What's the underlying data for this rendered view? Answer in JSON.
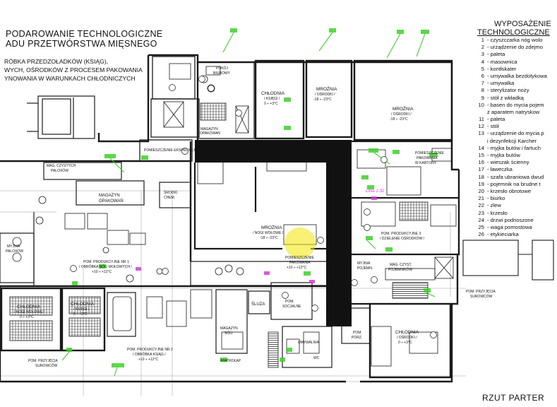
{
  "title": {
    "line1": "PODAROWANIE TECHNOLOGICZNE",
    "line2": "ADU PRZETWÓRSTWA MIĘSNEGO"
  },
  "subtitle": [
    "RÓBKA PRZEDZOŁADKÓW (KSIĄG),",
    "WYCH, OŚRODKÓW Z PROCESEM PAKOWANIA",
    "YNOWANIA W WARUNKACH CHŁODNICZYCH"
  ],
  "legend": {
    "heading1": "WYPOSAŻENIE",
    "heading2": "TECHNOLOGICZNE",
    "items": [
      {
        "n": "1",
        "t": "- czyszczarka nóg wolo"
      },
      {
        "n": "2",
        "t": "- urządzenie do zdejmo"
      },
      {
        "n": "3",
        "t": "- paleta"
      },
      {
        "n": "4",
        "t": "- masownica"
      },
      {
        "n": "5",
        "t": "- kontłskater"
      },
      {
        "n": "6",
        "t": "- umywalka bezdotykowa"
      },
      {
        "n": "7",
        "t": "- umywalka"
      },
      {
        "n": "8",
        "t": "- sterylizator noży"
      },
      {
        "n": "9",
        "t": "- stół z wkładką"
      },
      {
        "n": "10",
        "t": "- basen do mycia pojem"
      },
      {
        "n": "",
        "t": "z aparatem natryskow"
      },
      {
        "n": "11",
        "t": "- paleta"
      },
      {
        "n": "12",
        "t": "- stół"
      },
      {
        "n": "13",
        "t": "- urządzenie do mycia p"
      },
      {
        "n": "",
        "t": "i dezynfekcji Karcher"
      },
      {
        "n": "14",
        "t": "- myjka butów i fartuch"
      },
      {
        "n": "15",
        "t": "- myjka butów"
      },
      {
        "n": "16",
        "t": "- wieszak ścienny"
      },
      {
        "n": "17",
        "t": "- ławeczka"
      },
      {
        "n": "18",
        "t": "- szafa ubraniowa dwud"
      },
      {
        "n": "19",
        "t": "- pojemnik na brudne t"
      },
      {
        "n": "20",
        "t": "- krzesło obrotowe"
      },
      {
        "n": "21",
        "t": "- biurko"
      },
      {
        "n": "22",
        "t": "- zlew"
      },
      {
        "n": "23",
        "t": "- krzesło"
      },
      {
        "n": "24",
        "t": "- drzwi podnoszone"
      },
      {
        "n": "25",
        "t": "- waga pomostowa"
      },
      {
        "n": "26",
        "t": "- etykieciarka"
      }
    ]
  },
  "rooms": {
    "pokoj_biurowy": [
      "POKÓJ",
      "BIUROWY"
    ],
    "chlodnia_top": [
      "CHŁODNIA",
      "/ KSIĘGI /",
      "0 ÷ +3°C"
    ],
    "mroznia_small": [
      "MROŹNIA",
      "/ OŚRODKI /",
      "-18 ÷ -23°C"
    ],
    "mroznia_big": [
      "MROŹNIA",
      "/ OŚRODKI /",
      "-18 ÷ -23°C"
    ],
    "magazyn_opakowan_top": [
      "MAGAZYN",
      "OPAKOWAŃ"
    ],
    "pom_ekspedycji": "POMIESZCZENIE EKSPEDYCJI",
    "mag_czystych_paloxow": [
      "MAG. CZYSTYCH",
      "PALOXÓW"
    ],
    "magazyn_opakowan": [
      "MAGAZYN",
      "OPAKOWAŃ"
    ],
    "srodki_chemiczne": [
      "ŚRODKI",
      "CHEM."
    ],
    "pakowanie_kartony": [
      "POMIESZCZENIE",
      "PAKOWANIA",
      "W KARTONY"
    ],
    "mroznia_nogi": [
      "MROŹNIA",
      "/ NOGI WOŁOWE /",
      "-18 ÷ -23°C"
    ],
    "pom_prod_3": [
      "POM. PRODUKCYJNE 3",
      "/ DZIELENIE OŚRODKÓW /"
    ],
    "myjnia_paloxow": [
      "MYJNIA",
      "PALOXÓW"
    ],
    "pom_prod_1": [
      "POM. PRODUKCYJNE NR 1",
      "/ OBRÓBKA NÓG WOŁOWYCH /",
      "+10 ÷ +12°C"
    ],
    "pom_pakowania": [
      "POMIESZCZENIE",
      "PAKOWANIA",
      "+10 ÷ +12°C"
    ],
    "myjnia_pojemn": [
      "MYJNIA",
      "POJEMN."
    ],
    "mag_czyst_pojemnikow": [
      "MAG. CZYST.",
      "POJEMNIKÓW"
    ],
    "pom_przyjecia_right": [
      "POM. PRZYJĘCIA",
      "SUROWCÓW"
    ],
    "chlodnia_nogi": [
      "CHŁODNIA",
      "/ NOGI WOŁOWE /",
      "0 ÷ +3°C"
    ],
    "chlodnia_ksiegi": [
      "CHŁODNIA",
      "/ KSIĘGI /",
      "0 ÷ +3°C"
    ],
    "sluza": "ŚLUZA",
    "pom_socjalne": [
      "POM.",
      "SOCJALNE"
    ],
    "pom_prod_2": [
      "POM. PRODUKCYJNE NR 2",
      "/ OBRÓBKA KSIĄG /",
      "+10 ÷ +12°C"
    ],
    "magazyn_soli": [
      "MAGAZYN",
      "SOLI"
    ],
    "umywalnia": "UMYWALNIA",
    "pom_porz": [
      "POM.",
      "PORZ."
    ],
    "wc": "WC",
    "chlodnia_osrodki": [
      "CHŁODNIA",
      "/ OŚRODKI /",
      "0 ÷ +3°C"
    ],
    "pom_przyjecia_left": [
      "POM. PRZYJĘCIA",
      "SUROWCÓW"
    ],
    "wiatrolap": "WIATROŁAP"
  },
  "annotation": "Linia 1-32",
  "footer": "RZUT PARTER",
  "colors": {
    "wall": "#1a1a1a",
    "corridor": "#111111",
    "highlight_green": "#3fd12a",
    "highlight_yellow": "#f2e600",
    "highlight_magenta": "#d43cd8",
    "grid": "#9a9a9a"
  }
}
